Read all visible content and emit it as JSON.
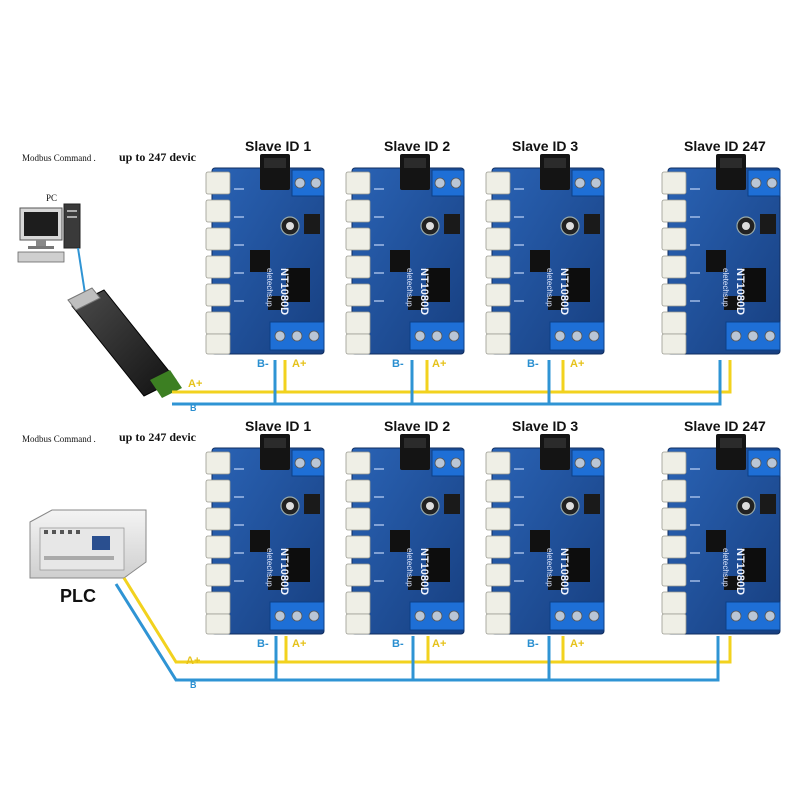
{
  "top_section": {
    "command_small": "Modbus Command .",
    "command_big": "up to 247 devic",
    "host_label": "PC",
    "wire_a_label": "A+",
    "wire_b_label": "B",
    "slaves": [
      {
        "title": "Slave ID 1",
        "b_label": "B-",
        "a_label": "A+"
      },
      {
        "title": "Slave ID 2",
        "b_label": "B-",
        "a_label": "A+"
      },
      {
        "title": "Slave ID 3",
        "b_label": "B-",
        "a_label": "A+"
      },
      {
        "title": "Slave ID 247",
        "b_label": "",
        "a_label": ""
      }
    ]
  },
  "bottom_section": {
    "command_small": "Modbus Command .",
    "command_big": "up to 247 devic",
    "host_label": "PLC",
    "wire_a_label": "A+",
    "wire_b_label": "B",
    "slaves": [
      {
        "title": "Slave ID 1",
        "b_label": "B-",
        "a_label": "A+"
      },
      {
        "title": "Slave ID 2",
        "b_label": "B-",
        "a_label": "A+"
      },
      {
        "title": "Slave ID 3",
        "b_label": "B-",
        "a_label": "A+"
      },
      {
        "title": "Slave ID 247",
        "b_label": "",
        "a_label": ""
      }
    ]
  },
  "board": {
    "brand": "eletechsup",
    "model": "NT1080D"
  },
  "colors": {
    "wire_a": "#f2d21e",
    "wire_b": "#2f94d4",
    "board": "#1f4f9a"
  }
}
